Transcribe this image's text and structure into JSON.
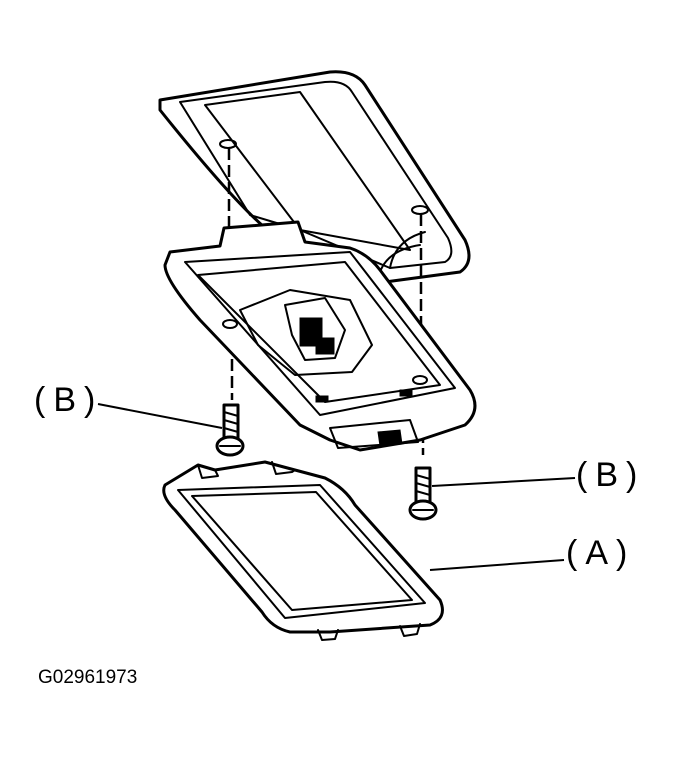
{
  "callouts": {
    "screw_left": "(B)",
    "screw_right": "(B)",
    "lens": "(A)"
  },
  "figure_code": "G02961973"
}
